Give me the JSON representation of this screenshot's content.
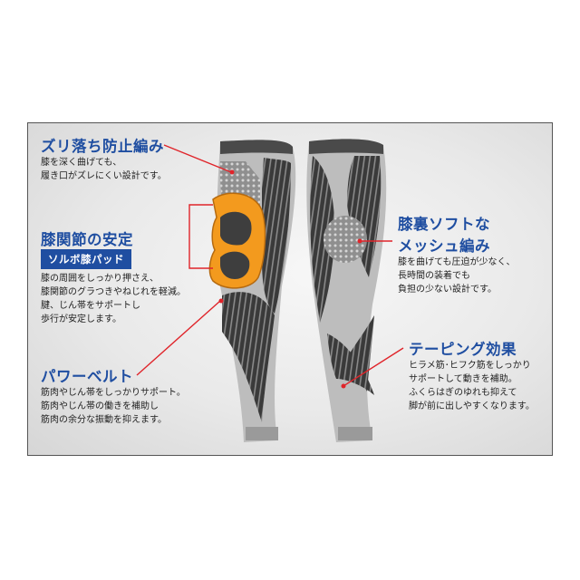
{
  "features": {
    "anti_slip": {
      "title": "ズリ落ち防止編み",
      "lines": [
        "膝を深く曲げても、",
        "履き口がズレにくい設計です。"
      ]
    },
    "knee_stabilize": {
      "title": "膝関節の安定",
      "badge": "ソルボ膝パッド",
      "lines": [
        "膝の周囲をしっかり押さえ、",
        "膝関節のグラつきやねじれを軽減。",
        "腱、じん帯をサポートし",
        "歩行が安定します。"
      ]
    },
    "power_belt": {
      "title": "パワーベルト",
      "lines": [
        "筋肉やじん帯をしっかりサポート。",
        "筋肉やじん帯の働きを補助し",
        "筋肉の余分な振動を抑えます。"
      ]
    },
    "soft_mesh": {
      "title": [
        "膝裏ソフトな",
        "メッシュ編み"
      ],
      "lines": [
        "膝を曲げても圧迫が少なく、",
        "長時間の装着でも",
        "負担の少ない設計です。"
      ]
    },
    "taping": {
      "title": "テーピング効果",
      "lines": [
        "ヒラメ筋･ヒフク筋をしっかり",
        "サポートして動きを補助。",
        "ふくらはぎのゆれも抑えて",
        "脚が前に出しやすくなります。"
      ]
    }
  },
  "colors": {
    "heading": "#1f4ea1",
    "callout_line": "#e0242a",
    "pad_orange": "#f39a1e"
  }
}
